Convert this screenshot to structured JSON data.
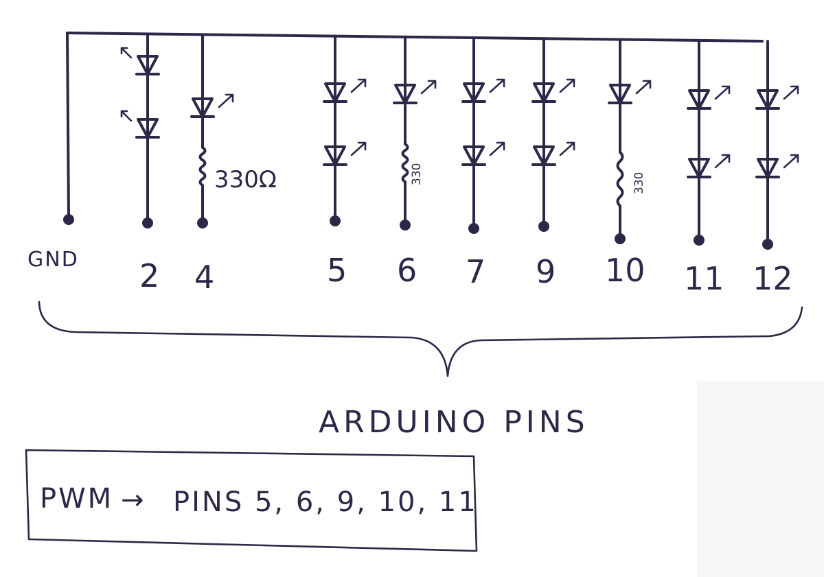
{
  "diagram": {
    "ground_label": "GND",
    "arduino_pins_label": "ARDUINO PINS",
    "resistor_label": "330Ω",
    "resistor_label_small": "330",
    "pins": [
      {
        "id": "2",
        "label": "2",
        "leds": 2,
        "resistor": false
      },
      {
        "id": "4",
        "label": "4",
        "leds": 1,
        "resistor": true,
        "resistor_text": "330Ω"
      },
      {
        "id": "5",
        "label": "5",
        "leds": 2,
        "resistor": false
      },
      {
        "id": "6",
        "label": "6",
        "leds": 1,
        "resistor": true,
        "resistor_text": "330"
      },
      {
        "id": "7",
        "label": "7",
        "leds": 2,
        "resistor": false
      },
      {
        "id": "9",
        "label": "9",
        "leds": 2,
        "resistor": false
      },
      {
        "id": "10",
        "label": "10",
        "leds": 1,
        "resistor": true,
        "resistor_text": "330"
      },
      {
        "id": "11",
        "label": "11",
        "leds": 2,
        "resistor": false
      },
      {
        "id": "12",
        "label": "12",
        "leds": 2,
        "resistor": false
      }
    ],
    "note": {
      "prefix": "PWM",
      "arrow": "→",
      "text": "PINS 5, 6, 9, 10, 11"
    },
    "colors": {
      "ink": "#2d2748",
      "background": "#ffffff"
    }
  }
}
